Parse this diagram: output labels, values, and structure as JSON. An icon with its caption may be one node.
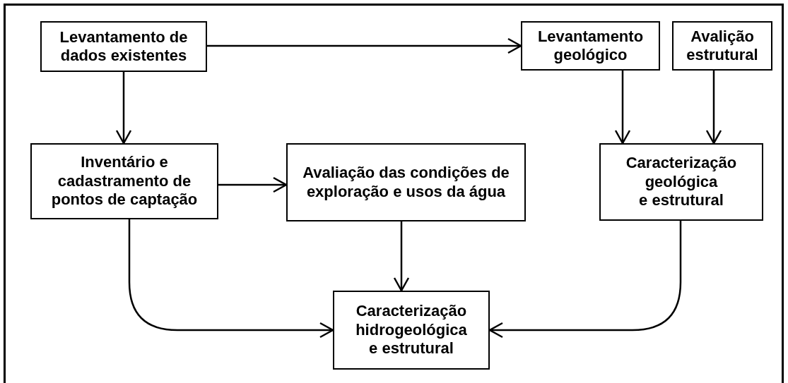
{
  "diagram": {
    "nodes": [
      {
        "text": [
          "Levantamento de dados existentes"
        ]
      },
      {
        "text": [
          "Levantamento geológico"
        ]
      },
      {
        "text": [
          "Avalição estrutural"
        ]
      },
      {
        "text": [
          "Inventário e cadastramento de pontos de captação"
        ]
      },
      {
        "text": [
          "Avaliação das condições de exploração e usos da água"
        ]
      },
      {
        "text": [
          "Caracterização geológica e estrutural"
        ]
      },
      {
        "text": [
          "Caracterização hidrogeológica e estrutural"
        ]
      }
    ],
    "edges": [
      {
        "from": 0,
        "to": 1,
        "arrow": "to"
      },
      {
        "from": 0,
        "to": 3,
        "arrow": "to"
      },
      {
        "from": 1,
        "to": 5,
        "arrow": "to"
      },
      {
        "from": 2,
        "to": 5,
        "arrow": "to"
      },
      {
        "from": 3,
        "to": 4,
        "arrow": "to"
      },
      {
        "from": 4,
        "to": 6,
        "arrow": "to"
      },
      {
        "from": 3,
        "to": 6,
        "arrow": "to"
      },
      {
        "from": 5,
        "to": 6,
        "arrow": "to"
      }
    ]
  }
}
